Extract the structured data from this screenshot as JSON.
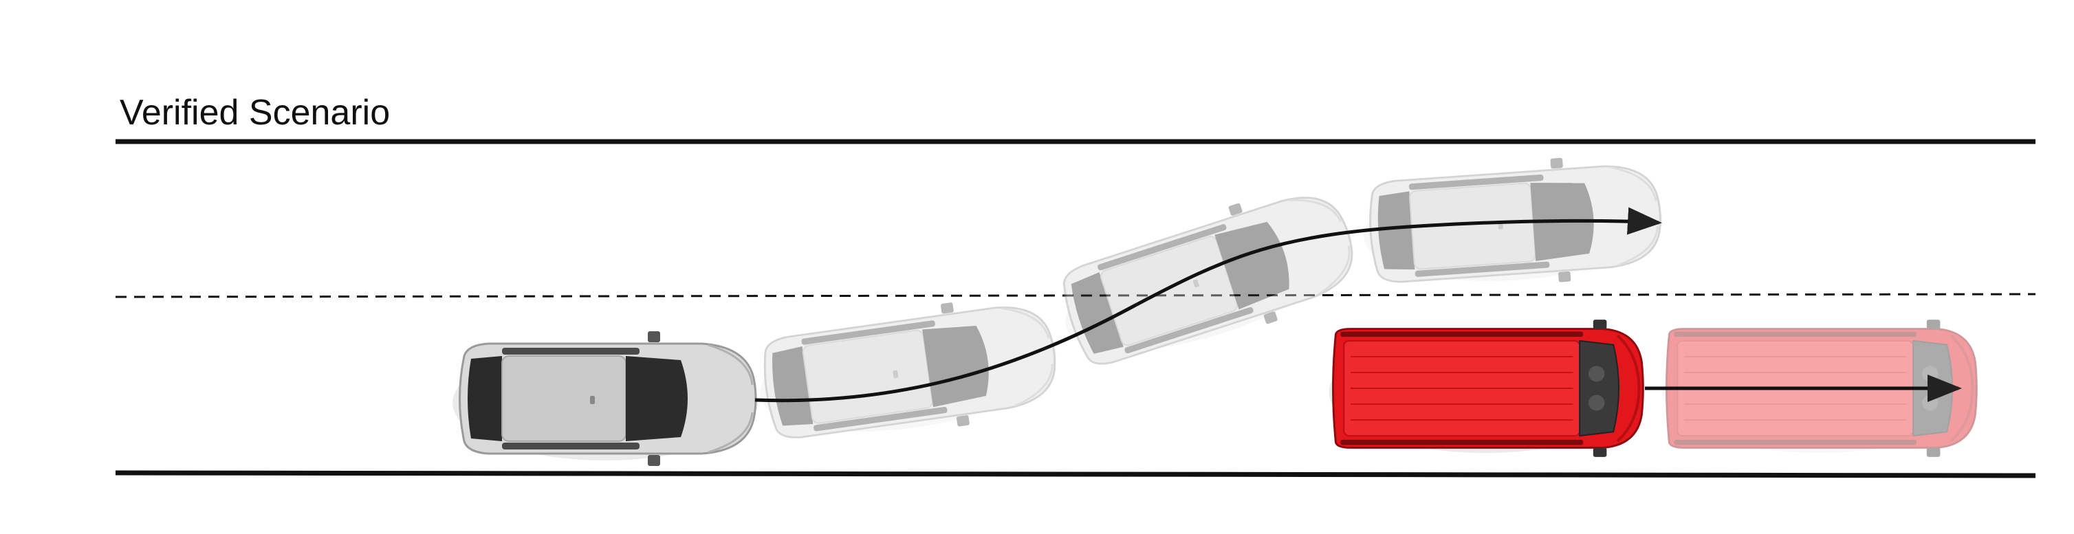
{
  "title": "Verified Scenario",
  "colors": {
    "line": "#111111",
    "ego_car_body": "#d8d8d8",
    "ego_car_roof": "#222222",
    "lead_car_body": "#e4161c",
    "lead_car_glass": "#333333",
    "ghost_opacity": 0.42
  },
  "vehicles": [
    {
      "role": "ego-car",
      "type": "hatchback",
      "color": "silver",
      "pose": "start",
      "ghost": false
    },
    {
      "role": "ego-car",
      "type": "hatchback",
      "color": "silver",
      "pose": "trajectory-1",
      "ghost": true
    },
    {
      "role": "ego-car",
      "type": "hatchback",
      "color": "silver",
      "pose": "trajectory-2",
      "ghost": true
    },
    {
      "role": "ego-car",
      "type": "hatchback",
      "color": "silver",
      "pose": "trajectory-3",
      "ghost": true
    },
    {
      "role": "lead-vehicle",
      "type": "van",
      "color": "red",
      "pose": "start",
      "ghost": false
    },
    {
      "role": "lead-vehicle",
      "type": "van",
      "color": "red",
      "pose": "later",
      "ghost": true
    }
  ],
  "arrows": [
    {
      "name": "ego-trajectory",
      "description": "lane change to left lane"
    },
    {
      "name": "lead-trajectory",
      "description": "straight ahead in right lane"
    }
  ]
}
